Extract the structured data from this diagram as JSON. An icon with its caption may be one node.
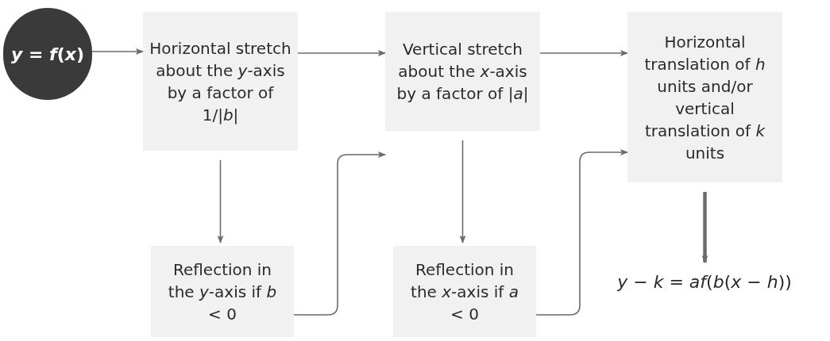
{
  "diagram": {
    "nodes": [
      {
        "text": [
          "*y* = *f*(*x*)"
        ]
      },
      {
        "text": [
          "Horizontal stretch about the *y*-axis by a factor of 1/|*b*|"
        ]
      },
      {
        "text": [
          "Vertical stretch about the *x*-axis by a factor of |*a*|"
        ]
      },
      {
        "text": [
          "Horizontal translation of *h* units and/or vertical translation of *k* units"
        ]
      },
      {
        "text": [
          "Reflection in the *y*-axis if *b* < 0"
        ]
      },
      {
        "text": [
          "Reflection in the *x*-axis if *a* < 0"
        ]
      },
      {
        "text": [
          "*y* − *k* = *af*(*b*(*x* − *h*))"
        ]
      }
    ],
    "edges": [
      {
        "from": 0,
        "to": 1,
        "arrow": "to"
      },
      {
        "from": 1,
        "to": 2,
        "arrow": "to"
      },
      {
        "from": 2,
        "to": 3,
        "arrow": "to"
      },
      {
        "from": 1,
        "to": 4,
        "arrow": "to"
      },
      {
        "from": 4,
        "to": 2,
        "arrow": "to"
      },
      {
        "from": 2,
        "to": 5,
        "arrow": "to"
      },
      {
        "from": 5,
        "to": 3,
        "arrow": "to"
      },
      {
        "from": 3,
        "to": 6,
        "arrow": "to",
        "style": "thick"
      }
    ]
  }
}
